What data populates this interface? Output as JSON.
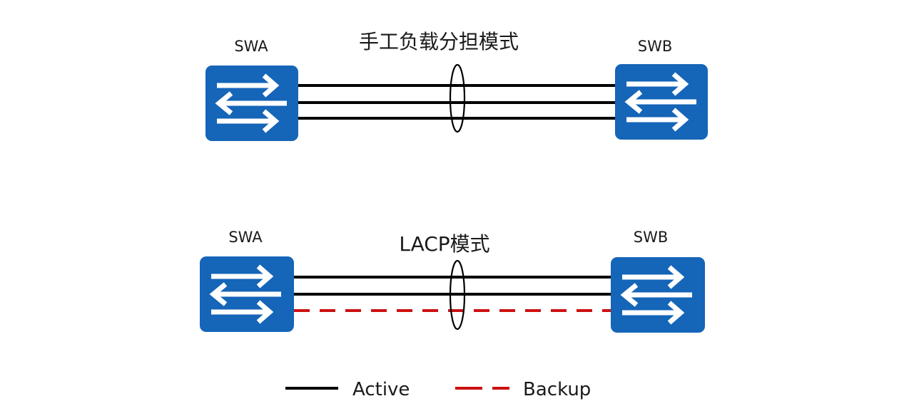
{
  "diagrams": [
    {
      "title": "手工负载分担模式",
      "left_switch": "SWA",
      "right_switch": "SWB",
      "links": [
        "active",
        "active",
        "active"
      ]
    },
    {
      "title": "LACP模式",
      "left_switch": "SWA",
      "right_switch": "SWB",
      "links": [
        "active",
        "active",
        "backup"
      ]
    }
  ],
  "legend": {
    "active_label": "Active",
    "backup_label": "Backup"
  },
  "colors": {
    "switch_fill": "#1565b8",
    "active_line": "#000000",
    "backup_line": "#cc1111"
  }
}
